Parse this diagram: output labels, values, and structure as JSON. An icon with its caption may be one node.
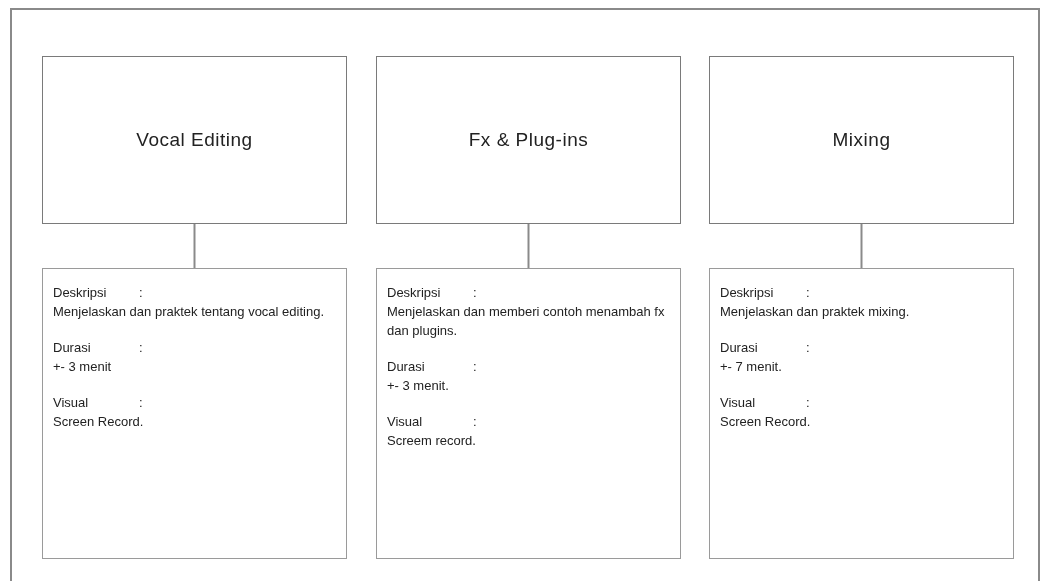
{
  "diagram": {
    "nodes": [
      {
        "text": [
          "Vocal Editing"
        ]
      },
      {
        "text": [
          "Deskripsi",
          ":",
          "Menjelaskan dan praktek tentang vocal editing.",
          "Durasi",
          ":",
          "+- 3 menit",
          "Visual",
          ":",
          "Screen Record."
        ]
      },
      {
        "text": [
          "Fx & Plug-ins"
        ]
      },
      {
        "text": [
          "Deskripsi",
          ":",
          "Menjelaskan dan memberi contoh menambah fx dan plugins.",
          "Durasi",
          ":",
          "+- 3 menit.",
          "Visual",
          ":",
          "Screem record."
        ]
      },
      {
        "text": [
          "Mixing"
        ]
      },
      {
        "text": [
          "Deskripsi",
          ":",
          "Menjelaskan dan praktek mixing.",
          "Durasi",
          ":",
          "+- 7 menit.",
          "Visual",
          ":",
          "Screen Record."
        ]
      }
    ],
    "edges": [
      {
        "from": 0,
        "to": 1,
        "arrow": "none"
      },
      {
        "from": 2,
        "to": 3,
        "arrow": "none"
      },
      {
        "from": 4,
        "to": 5,
        "arrow": "none"
      }
    ]
  }
}
